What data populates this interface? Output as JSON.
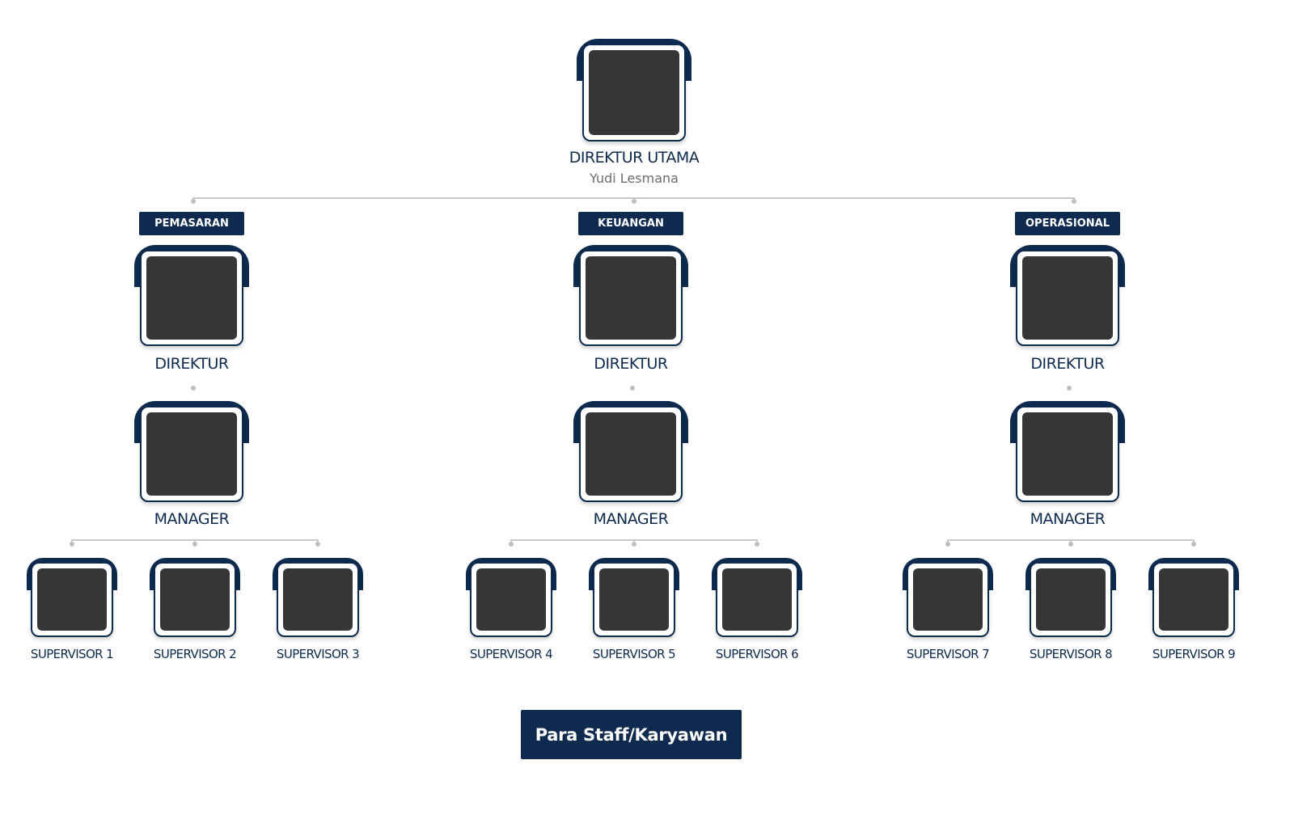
{
  "top": {
    "title": "DIREKTUR UTAMA",
    "name": "Yudi Lesmana"
  },
  "departments": [
    {
      "name": "PEMASARAN",
      "director_label": "DIREKTUR",
      "manager_label": "MANAGER",
      "supervisors": [
        "SUPERVISOR 1",
        "SUPERVISOR 2",
        "SUPERVISOR 3"
      ]
    },
    {
      "name": "KEUANGAN",
      "director_label": "DIREKTUR",
      "manager_label": "MANAGER",
      "supervisors": [
        "SUPERVISOR 4",
        "SUPERVISOR 5",
        "SUPERVISOR 6"
      ]
    },
    {
      "name": "OPERASIONAL",
      "director_label": "DIREKTUR",
      "manager_label": "MANAGER",
      "supervisors": [
        "SUPERVISOR 7",
        "SUPERVISOR 8",
        "SUPERVISOR 9"
      ]
    }
  ],
  "staff": {
    "label": "Para Staff/Karyawan"
  },
  "colors": {
    "primary": "#0e2a4f",
    "photo_placeholder": "#363636",
    "connector": "#c9c9c9",
    "subtext": "#6b6b6b"
  }
}
